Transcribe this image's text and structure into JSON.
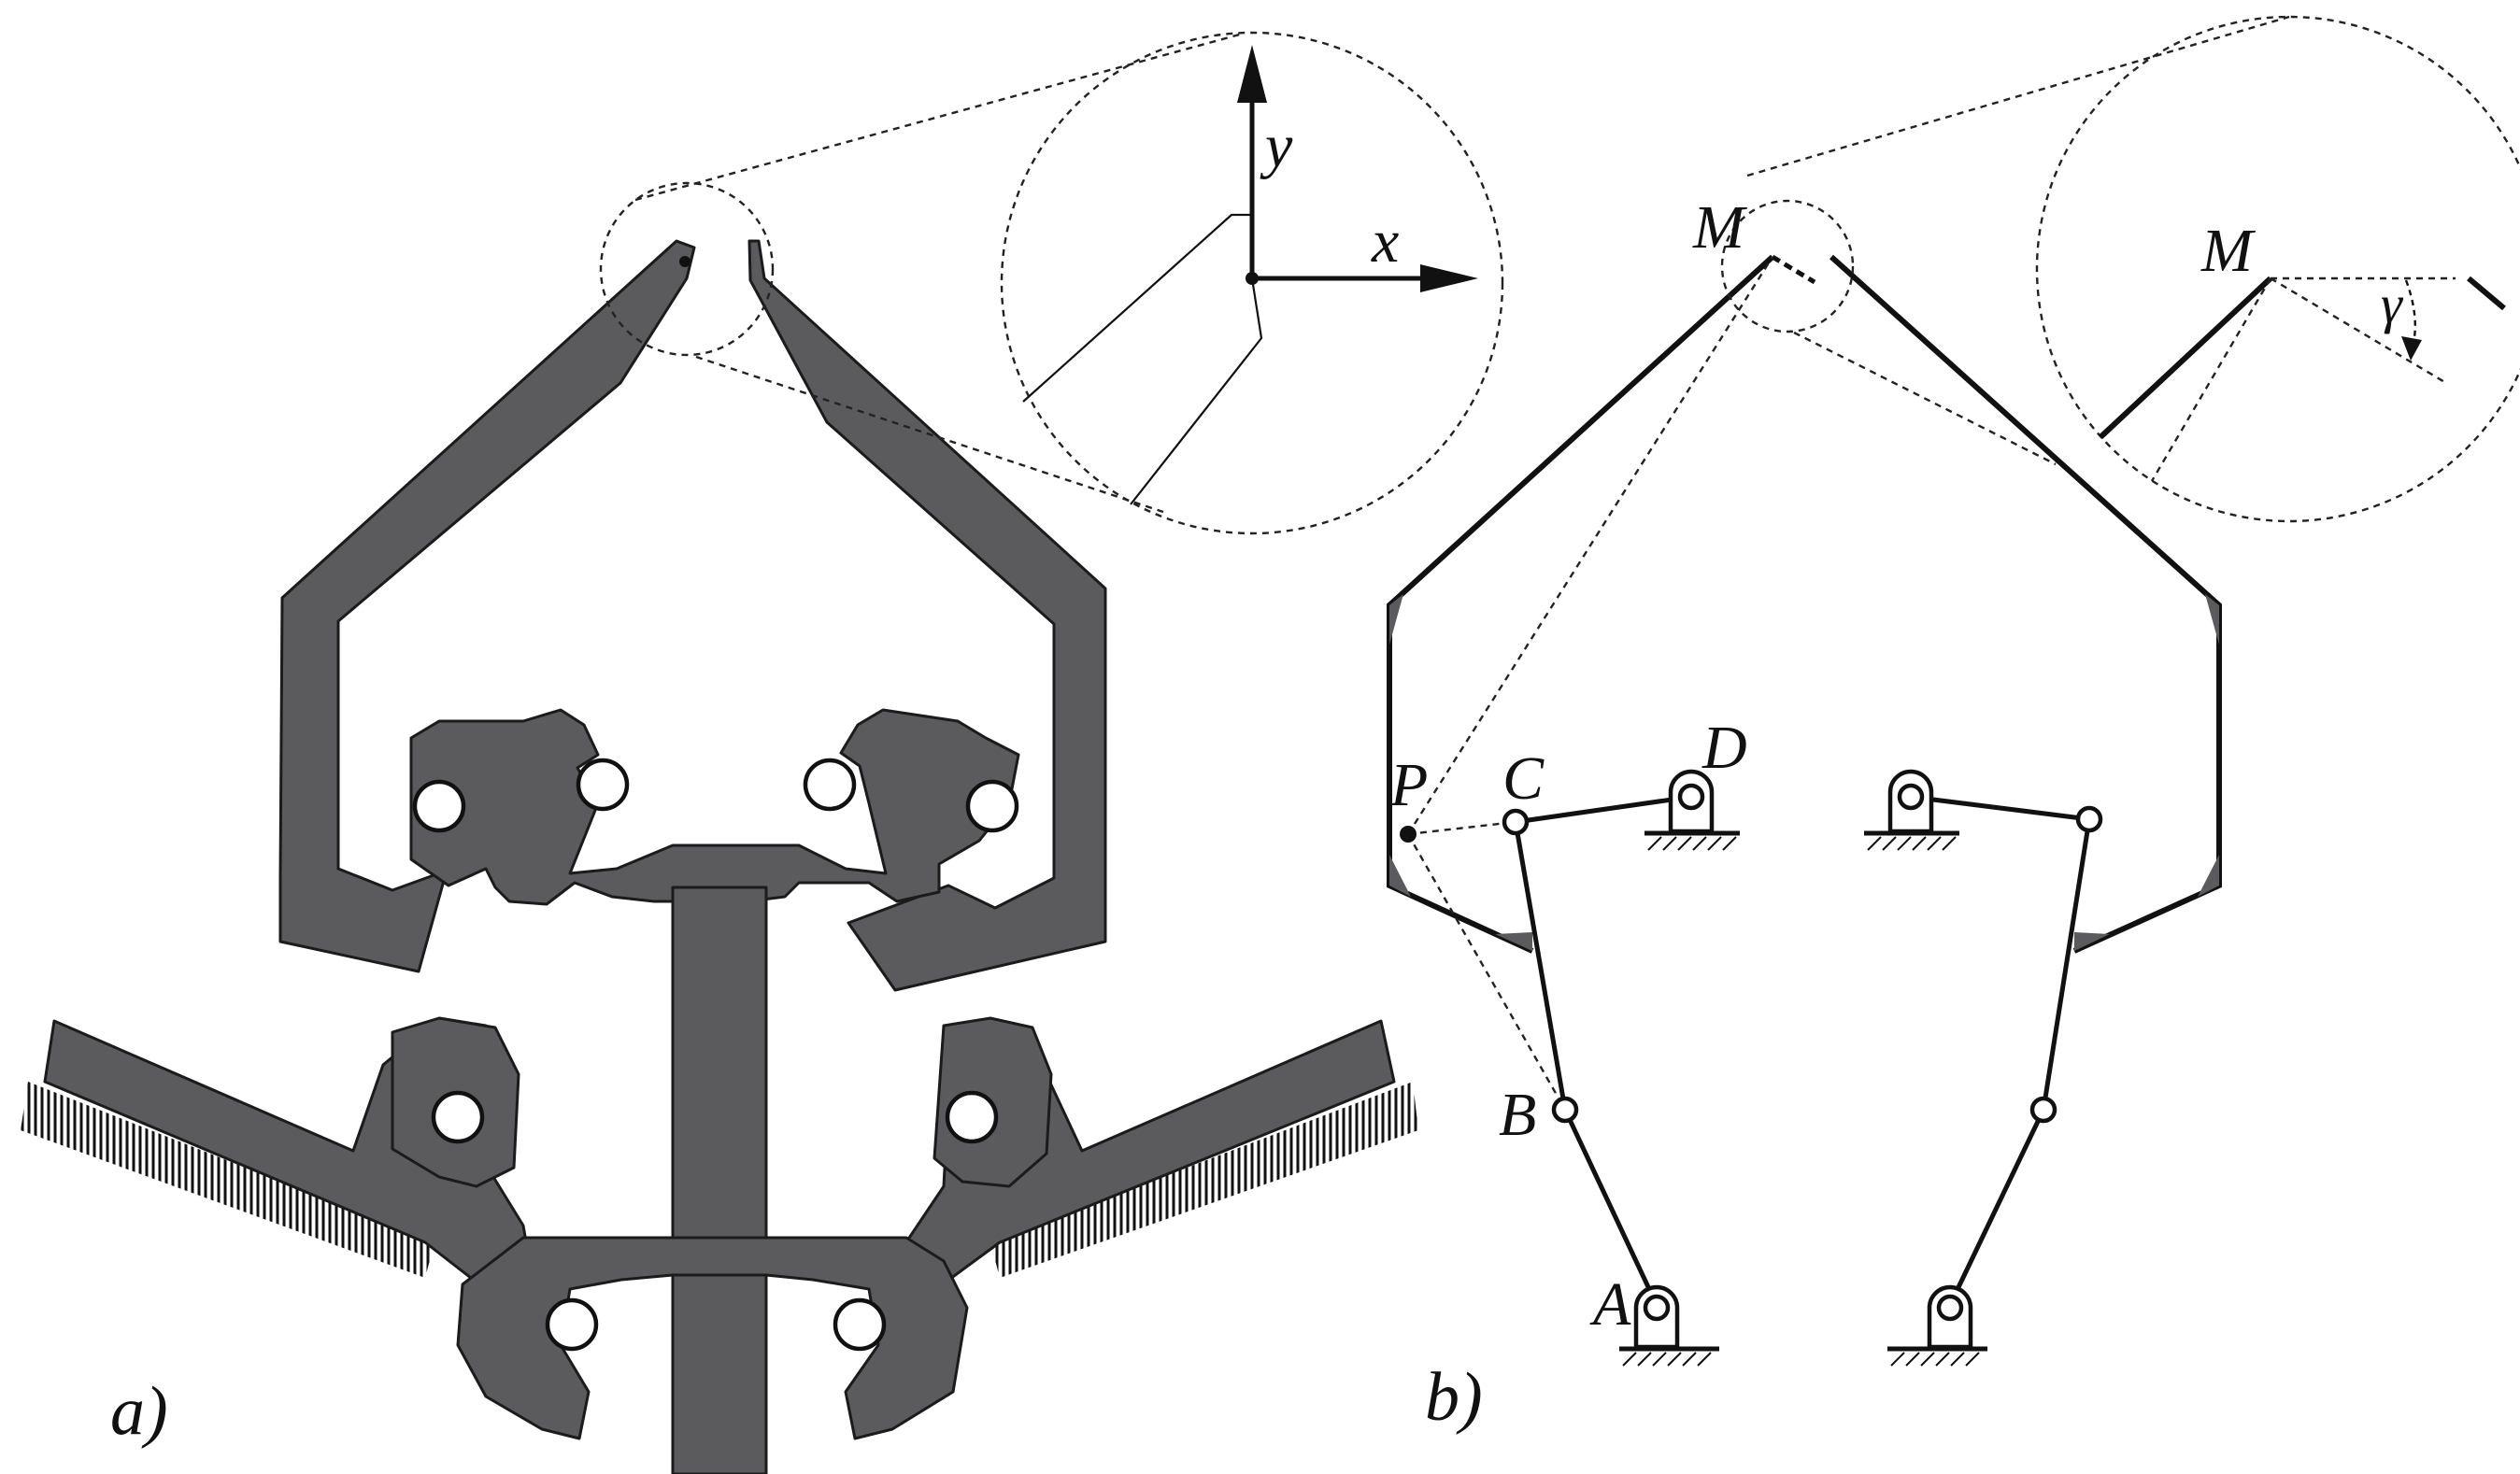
{
  "panels": {
    "a": {
      "label": "a)",
      "axes": {
        "x": "x",
        "y": "y"
      }
    },
    "b": {
      "label": "b)",
      "points": {
        "M": "M",
        "M_zoom": "M",
        "P": "P",
        "C": "C",
        "D": "D",
        "B": "B",
        "A": "A"
      },
      "angle": "γ"
    }
  },
  "colors": {
    "body": "#5b5b5e",
    "outline": "#1b1b1b",
    "line": "#111111",
    "background": "#ffffff"
  }
}
